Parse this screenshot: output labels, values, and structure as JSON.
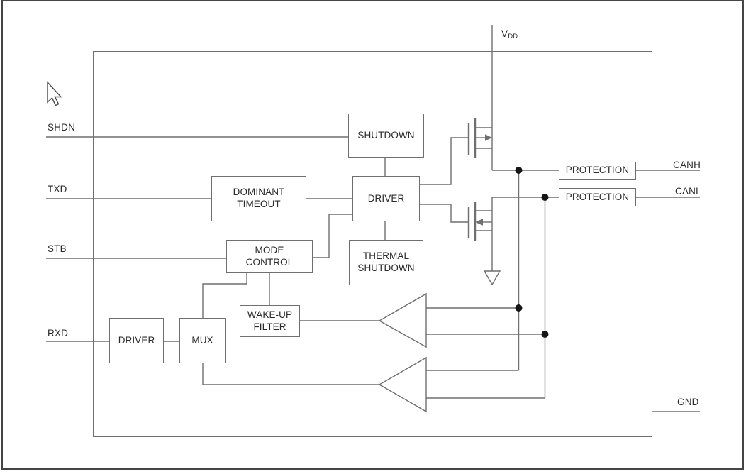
{
  "colors": {
    "wire": "#6f6f6f",
    "frame": "#454545",
    "text": "#2a2a2a",
    "dot": "#151515"
  },
  "power": {
    "name": "V",
    "sub": "DD"
  },
  "pins": {
    "shdn": "SHDN",
    "txd": "TXD",
    "stb": "STB",
    "rxd": "RXD",
    "canh": "CANH",
    "canl": "CANL",
    "gnd": "GND"
  },
  "blocks": {
    "shutdown": "SHUTDOWN",
    "dominant_timeout": "DOMINANT TIMEOUT",
    "driver_tx": "DRIVER",
    "mode_control": "MODE CONTROL",
    "thermal_shutdown": "THERMAL SHUTDOWN",
    "wakeup_filter": "WAKE-UP FILTER",
    "driver_rx": "DRIVER",
    "mux": "MUX",
    "protection_canh": "PROTECTION",
    "protection_canl": "PROTECTION"
  }
}
